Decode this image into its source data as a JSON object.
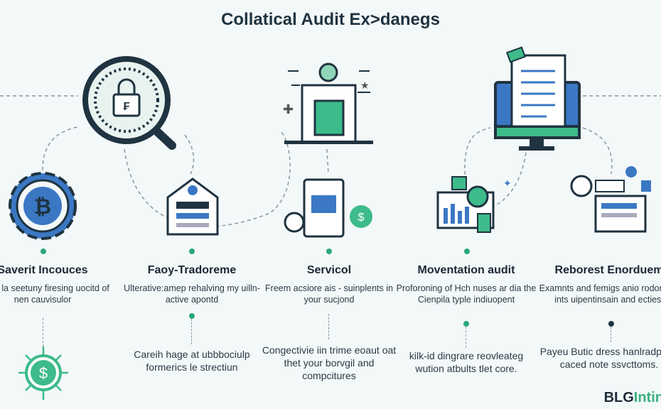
{
  "title": "Collatical Audit Ex>danegs",
  "steps": [
    {
      "heading": "Saverit Incouces",
      "desc": "Mik in la seetuny firesing uocitd of nen cauvisulor",
      "detail": ""
    },
    {
      "heading": "Faoy-Tradoreme",
      "desc": "Ulterative:amep rehalving my uilln-active apontd",
      "detail": "Careih hage at ubbbociulp formerics le strectiun"
    },
    {
      "heading": "Servicol",
      "desc": "Freem acsiore ais - suinplents in your sucjond",
      "detail": "Congectivie iin trime eoaut oat thet your borvgil and compcitures"
    },
    {
      "heading": "Moventation audit",
      "desc": "Proforoning of Hch nuses ar dia the Cienpila typle indiuopent",
      "detail": "kilk-id dingrare reovleateg wution atbults tlet core."
    },
    {
      "heading": "Reborest Enorduem",
      "desc": "Examnts and femigs anio rodonorel ints uipentinsain and ecties.",
      "detail": "Payeu Butic dress hanlradpoug caced note ssvcttoms."
    }
  ],
  "brand": {
    "a": "BLG",
    "b": "Intin"
  },
  "colors": {
    "accent": "#3dbb8a",
    "navy": "#1f3340",
    "blue": "#3b78c4"
  }
}
